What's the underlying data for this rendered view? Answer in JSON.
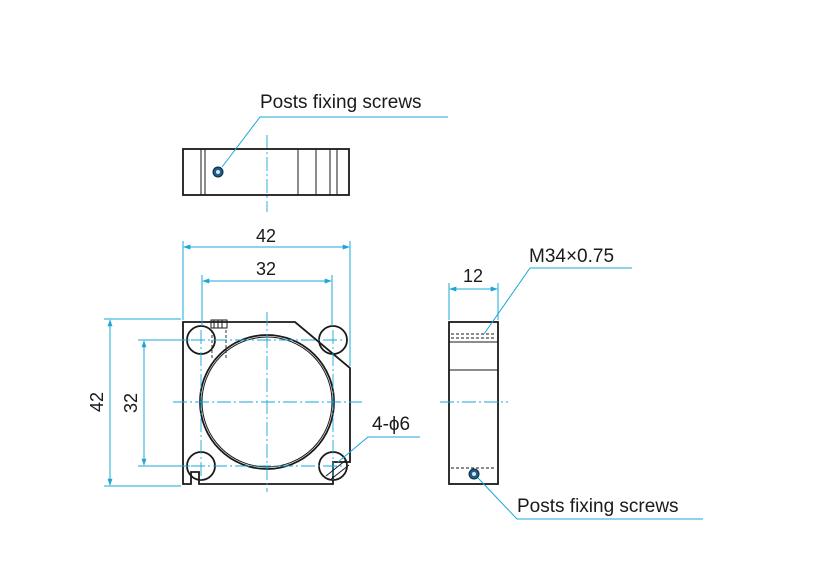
{
  "annotations": {
    "top_view_label": "Posts fixing screws",
    "side_view_label": "Posts fixing screws",
    "thread_label": "M34×0.75",
    "holes_label": "4-ϕ6"
  },
  "dimensions": {
    "overall_width": "42",
    "hole_pitch_horizontal": "32",
    "overall_height": "42",
    "hole_pitch_vertical": "32",
    "thickness": "12"
  },
  "colors": {
    "line": "#1a1a1a",
    "dimension": "#1aa7d8",
    "screw": "#1f5e8a"
  }
}
